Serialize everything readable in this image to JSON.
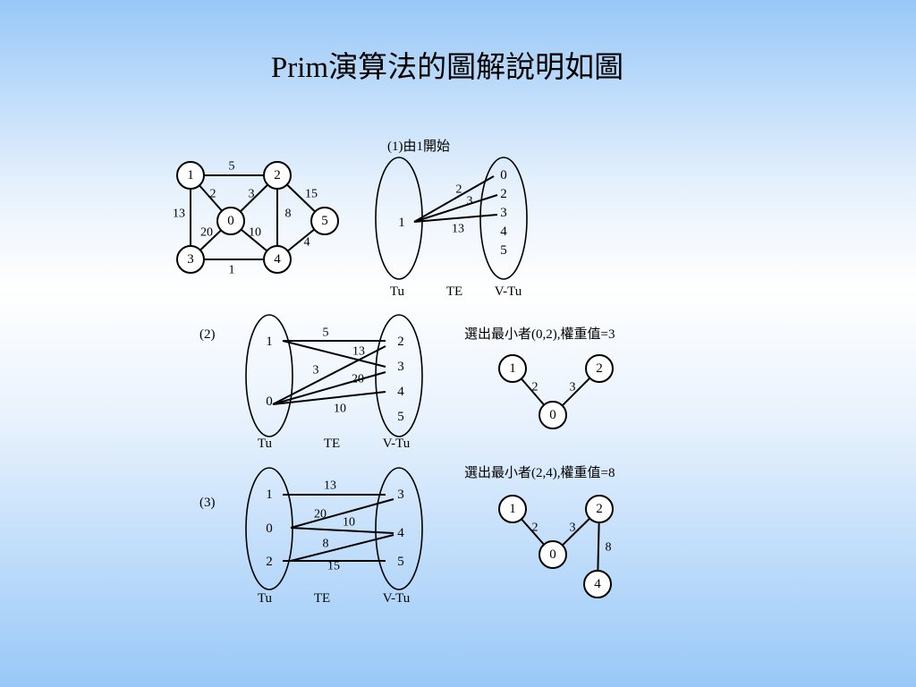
{
  "title": "Prim演算法的圖解說明如圖",
  "graph": {
    "nodes": [
      "1",
      "2",
      "0",
      "5",
      "3",
      "4"
    ],
    "edge_weights": [
      "5",
      "2",
      "3",
      "15",
      "13",
      "8",
      "20",
      "10",
      "4",
      "1"
    ]
  },
  "step1": {
    "caption": "(1)由1開始",
    "tu": [
      "1"
    ],
    "vtu": [
      "0",
      "2",
      "3",
      "4",
      "5"
    ],
    "weights": [
      "2",
      "3",
      "13"
    ],
    "labels": {
      "tu": "Tu",
      "te": "TE",
      "vtu": "V-Tu"
    }
  },
  "step2": {
    "caption": "(2)",
    "tu": [
      "1",
      "0"
    ],
    "vtu": [
      "2",
      "3",
      "4",
      "5"
    ],
    "weights": [
      "5",
      "13",
      "3",
      "20",
      "10"
    ],
    "labels": {
      "tu": "Tu",
      "te": "TE",
      "vtu": "V-Tu"
    },
    "result_text": "選出最小者(0,2),權重值=3",
    "tree_nodes": [
      "1",
      "2",
      "0"
    ],
    "tree_weights": [
      "2",
      "3"
    ]
  },
  "step3": {
    "caption": "(3)",
    "tu": [
      "1",
      "0",
      "2"
    ],
    "vtu": [
      "3",
      "4",
      "5"
    ],
    "weights": [
      "13",
      "20",
      "10",
      "8",
      "15"
    ],
    "labels": {
      "tu": "Tu",
      "te": "TE",
      "vtu": "V-Tu"
    },
    "result_text": "選出最小者(2,4),權重值=8",
    "tree_nodes": [
      "1",
      "2",
      "0",
      "4"
    ],
    "tree_weights": [
      "2",
      "3",
      "8"
    ]
  }
}
